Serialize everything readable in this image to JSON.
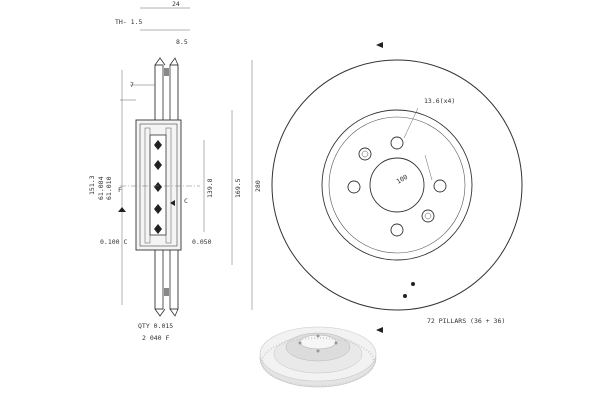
{
  "labels": {
    "top_width": "24",
    "th": "TH- 1.5",
    "dim_8_5": "8.5",
    "dim_7": "7",
    "bolt_hole": "13.6(x4)",
    "center_bore": "100",
    "dim_151_3": "151.3",
    "dim_61_084": "61.084",
    "dim_61_010": "61.010",
    "dim_139_8": "139.8",
    "dim_169_5": "169.5",
    "dim_280": "280",
    "mark_f": "F",
    "mark_c": "C",
    "tol_left": "0.100 C",
    "tol_right": "0.050",
    "pillars": "72 PILLARS (36 + 36)",
    "qty": "QTY 0.015",
    "bottom_code": "2 040 F"
  }
}
